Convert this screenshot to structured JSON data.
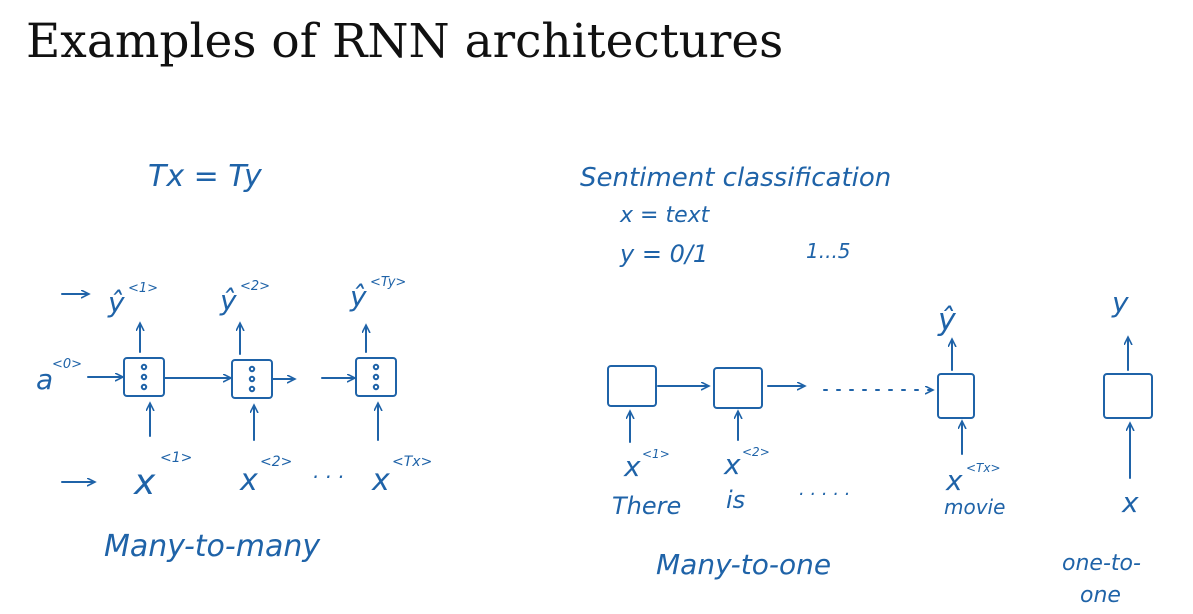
{
  "title": "Examples of RNN architectures",
  "ink_color": "#1f63a8",
  "many_to_many": {
    "condition": "Tx = Ty",
    "activation": "a",
    "activation_sup": "<0>",
    "outputs": [
      {
        "base": "ŷ",
        "sup": "<1>"
      },
      {
        "base": "ŷ",
        "sup": "<2>"
      },
      {
        "base": "ŷ",
        "sup": "<Ty>"
      }
    ],
    "inputs": [
      {
        "base": "x",
        "sup": "<1>"
      },
      {
        "base": "x",
        "sup": "<2>"
      },
      {
        "base": "x",
        "sup": "<Tx>"
      }
    ],
    "ellipsis": "· · ·",
    "arrow": "→",
    "label": "Many-to-many"
  },
  "sentiment": {
    "heading": "Sentiment classification",
    "x_line": "x = text",
    "y_line": "y = 0/1",
    "y_range": "1...5"
  },
  "many_to_one": {
    "inputs": [
      {
        "base": "x",
        "sup": "<1>",
        "word": "There"
      },
      {
        "base": "x",
        "sup": "<2>",
        "word": "is"
      },
      {
        "base": "x",
        "sup": "<Tx>",
        "word": "movie"
      }
    ],
    "output": "ŷ",
    "dots": "· · · · ·",
    "label": "Many-to-one"
  },
  "one_to_one": {
    "output": "y",
    "input": "x",
    "label_line1": "one-to-",
    "label_line2": "one"
  }
}
